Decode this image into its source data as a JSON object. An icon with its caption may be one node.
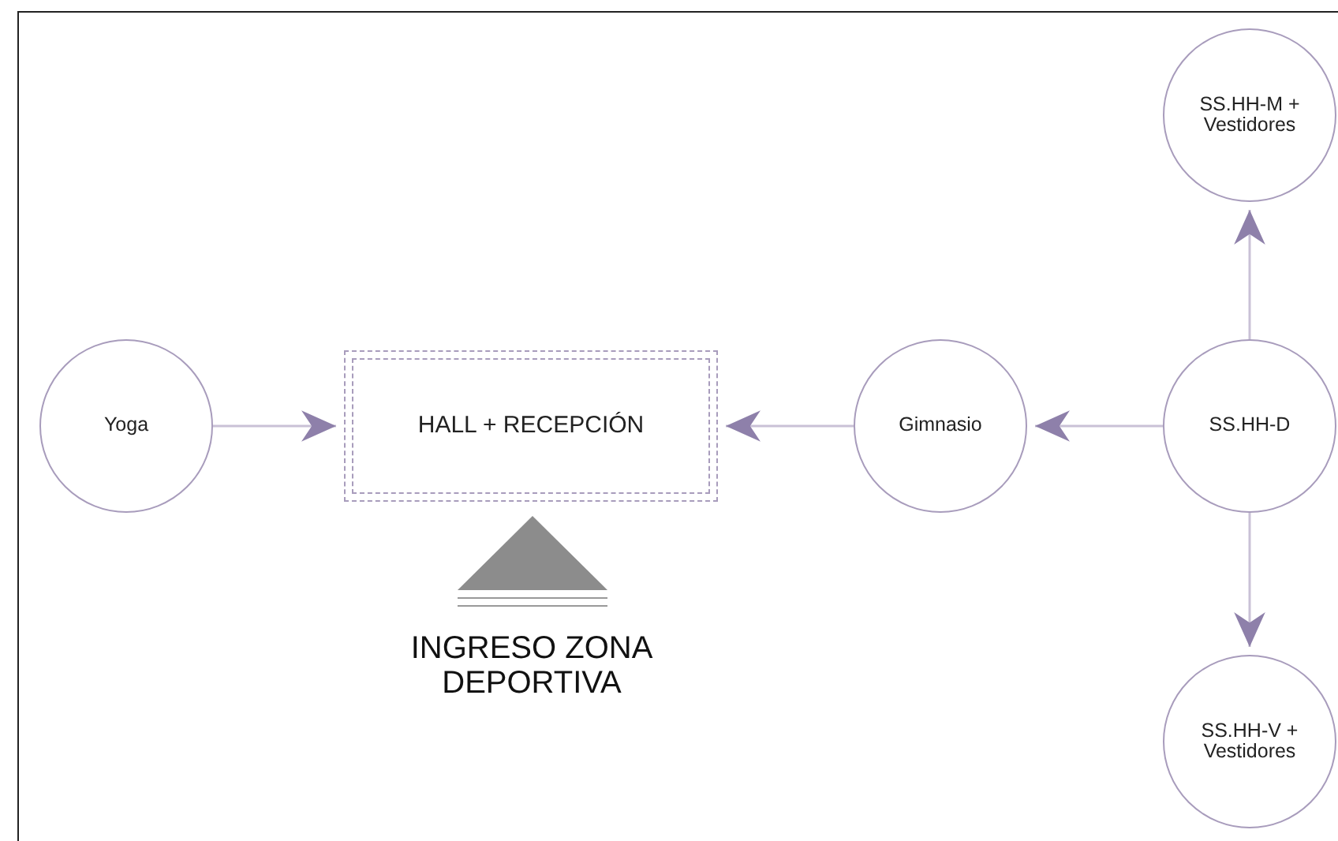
{
  "diagram": {
    "nodes": [
      {
        "text": [
          "Yoga"
        ]
      },
      {
        "text": [
          "HALL + RECEPCIÓN"
        ]
      },
      {
        "text": [
          "Gimnasio"
        ]
      },
      {
        "text": [
          "SS.HH-M + Vestidores"
        ]
      },
      {
        "text": [
          "SS.HH-D"
        ]
      },
      {
        "text": [
          "SS.HH-V + Vestidores"
        ]
      }
    ],
    "edges": [
      {
        "from": 0,
        "to": 1,
        "arrow": "to"
      },
      {
        "from": 2,
        "to": 1,
        "arrow": "to"
      },
      {
        "from": 4,
        "to": 2,
        "arrow": "to"
      },
      {
        "from": 4,
        "to": 3,
        "arrow": "to"
      },
      {
        "from": 4,
        "to": 5,
        "arrow": "to"
      }
    ],
    "labels": [
      "INGRESO ZONA DEPORTIVA"
    ]
  }
}
